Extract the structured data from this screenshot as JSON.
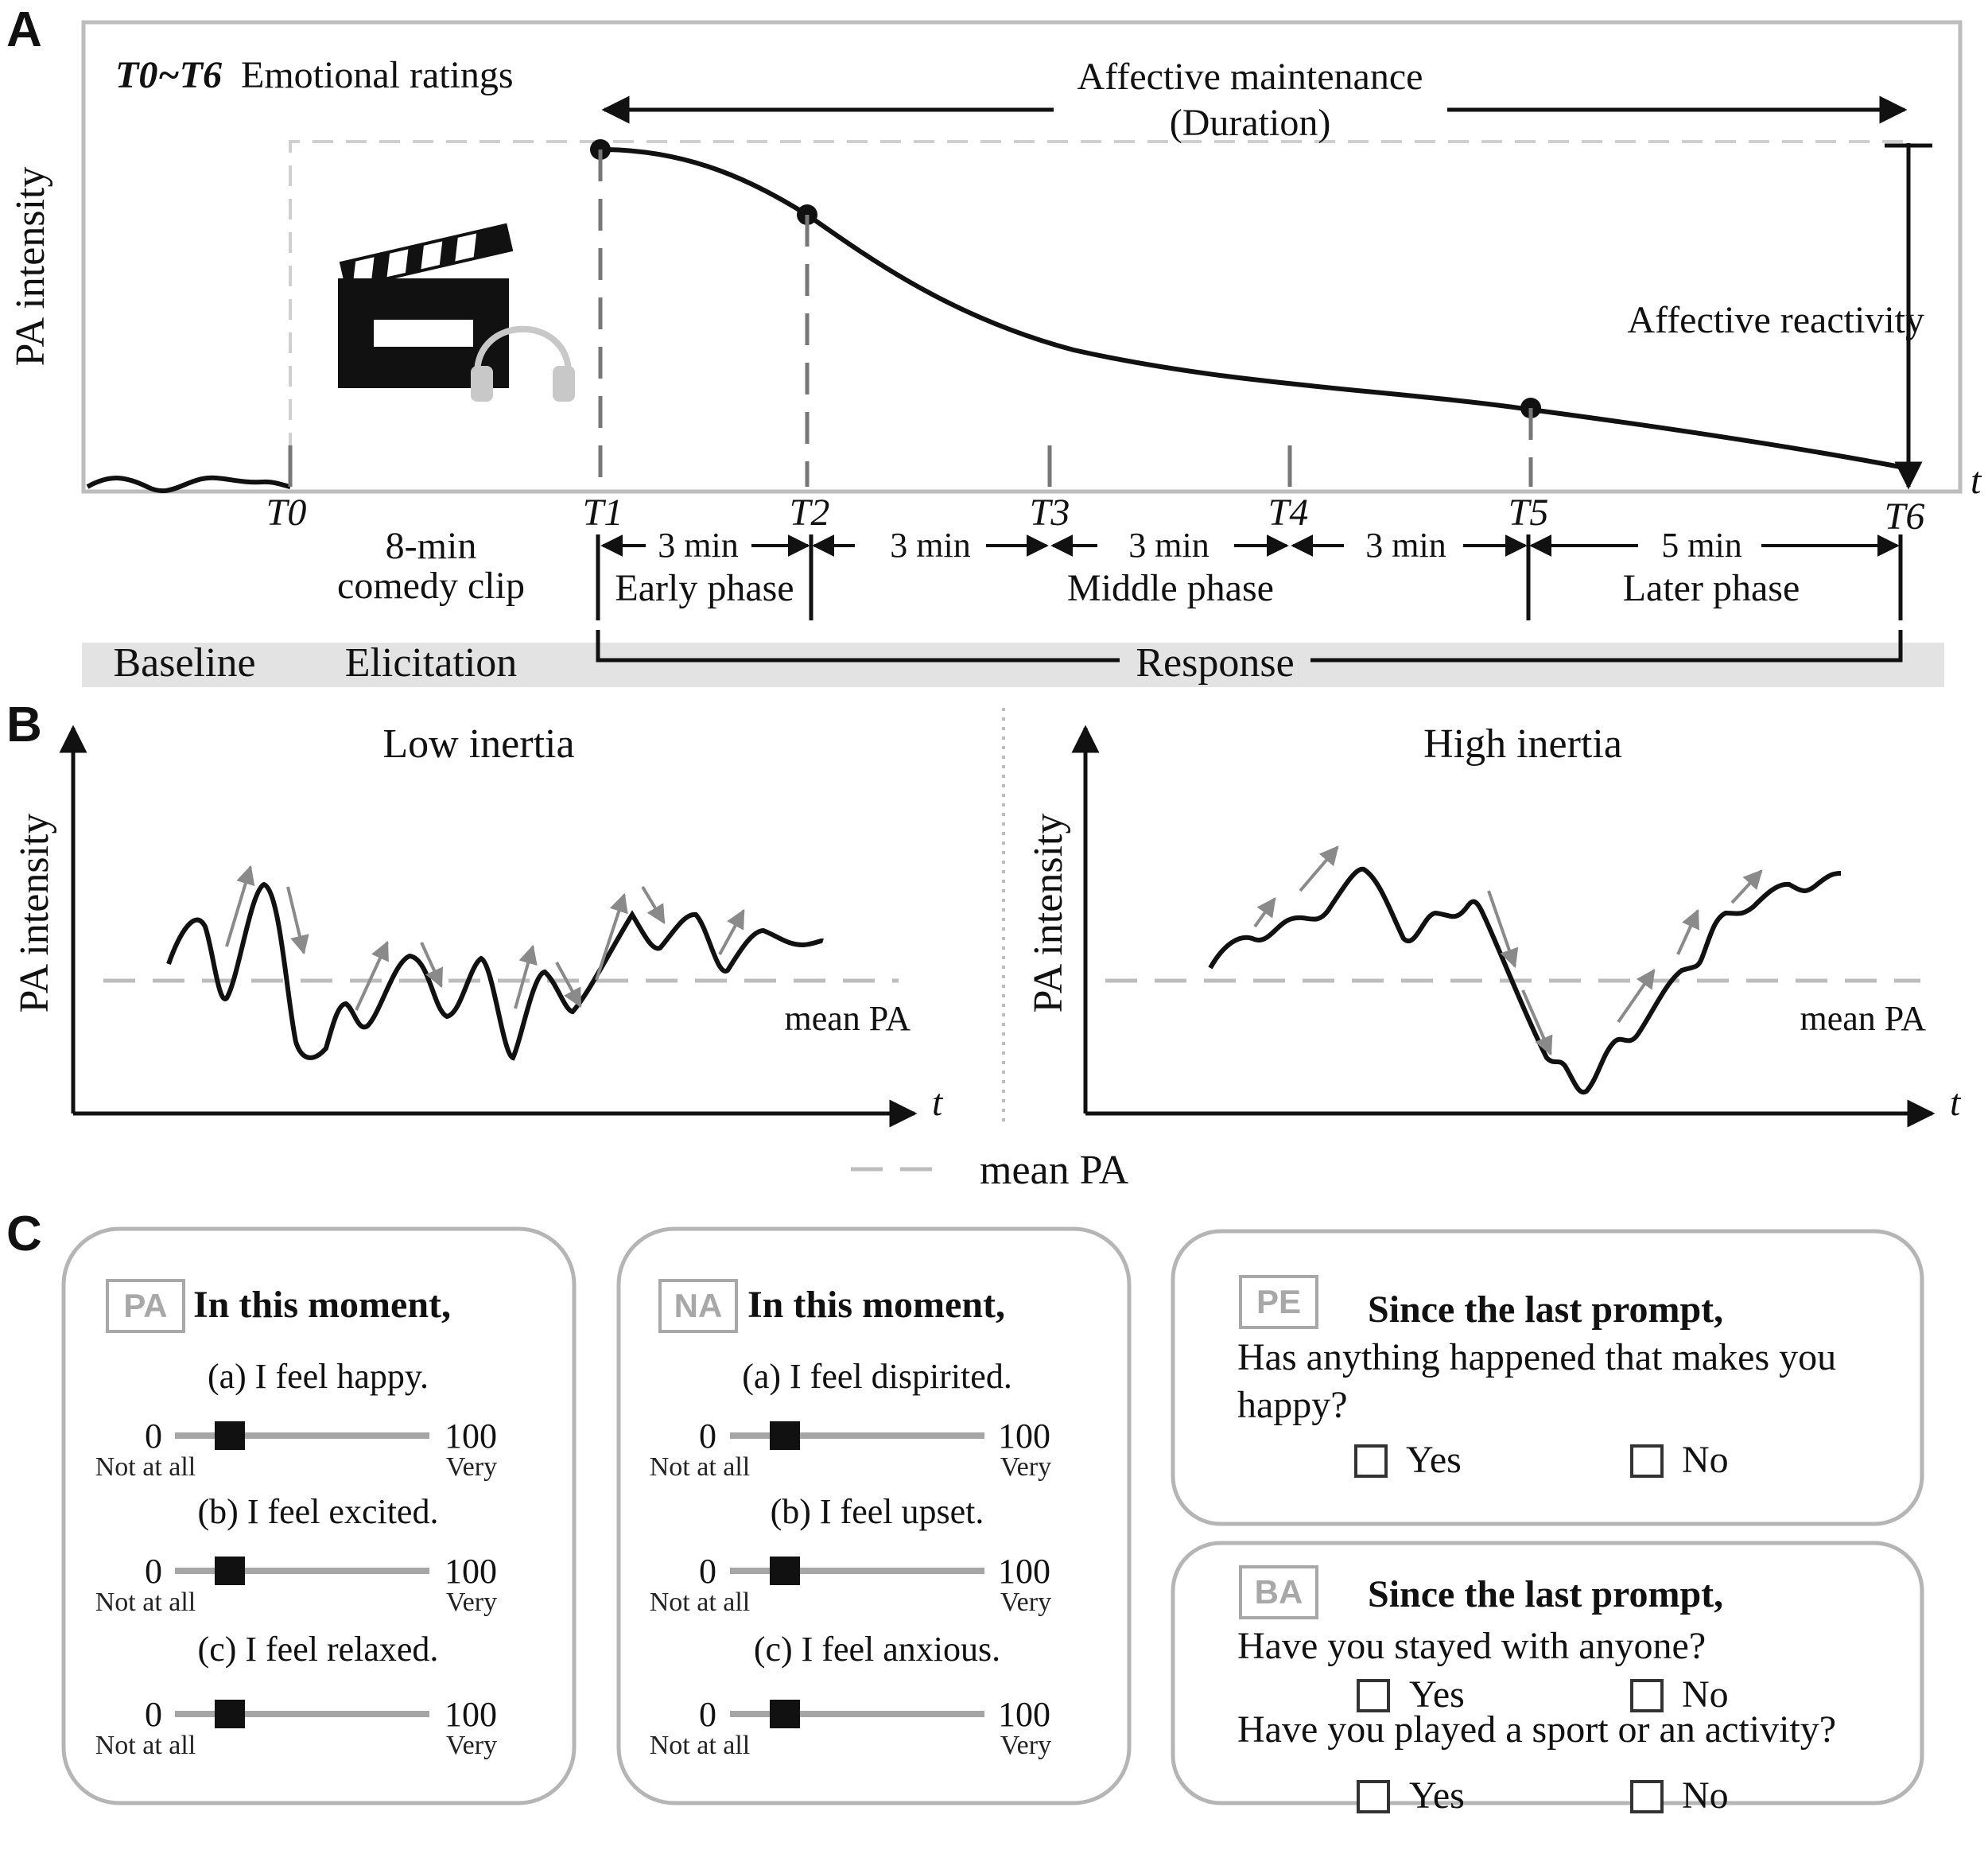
{
  "panel_a": {
    "letter": "A",
    "ratings_prefix": "T0~T6",
    "ratings_label": "Emotional ratings",
    "y_label": "PA intensity",
    "t_axis": "t",
    "maintenance_line1": "Affective maintenance",
    "maintenance_line2": "(Duration)",
    "reactivity": "Affective reactivity",
    "time_labels": [
      "T0",
      "T1",
      "T2",
      "T3",
      "T4",
      "T5",
      "T6"
    ],
    "clip_line1": "8-min",
    "clip_line2": "comedy clip",
    "intervals": [
      "3 min",
      "3 min",
      "3 min",
      "3 min",
      "5 min"
    ],
    "phases": [
      "Early phase",
      "Middle phase",
      "Later phase"
    ],
    "stages": [
      "Baseline",
      "Elicitation",
      "Response"
    ],
    "icon": "movie-clapperboard-icon",
    "icon2": "headphones-icon"
  },
  "panel_b": {
    "letter": "B",
    "left_title": "Low inertia",
    "right_title": "High inertia",
    "y_label": "PA intensity",
    "t_axis": "t",
    "mean_label": "mean PA",
    "legend_label": "mean PA"
  },
  "panel_c": {
    "letter": "C",
    "pa": {
      "tag": "PA",
      "heading": "In this moment,",
      "items": [
        "(a) I feel happy.",
        "(b) I feel excited.",
        "(c) I feel relaxed."
      ]
    },
    "na": {
      "tag": "NA",
      "heading": "In this moment,",
      "items": [
        "(a) I feel dispirited.",
        "(b) I feel upset.",
        "(c) I feel anxious."
      ]
    },
    "scale": {
      "min": "0",
      "max": "100",
      "min_label": "Not at all",
      "max_label": "Very",
      "slider_value": 20
    },
    "pe": {
      "tag": "PE",
      "heading": "Since the last prompt,",
      "question_line1": "Has anything happened that makes you",
      "question_line2": "happy?",
      "yes": "Yes",
      "no": "No"
    },
    "ba": {
      "tag": "BA",
      "heading": "Since the last prompt,",
      "q1": "Have you stayed with anyone?",
      "q2": "Have you played a sport or an activity?",
      "yes": "Yes",
      "no": "No"
    }
  },
  "colors": {
    "line": "#111111",
    "dashed_grey": "#bdbdbd",
    "arrow_grey": "#8a8a8a",
    "stage_band": "#e3e3e3",
    "slider_track": "#a6a6a6"
  }
}
